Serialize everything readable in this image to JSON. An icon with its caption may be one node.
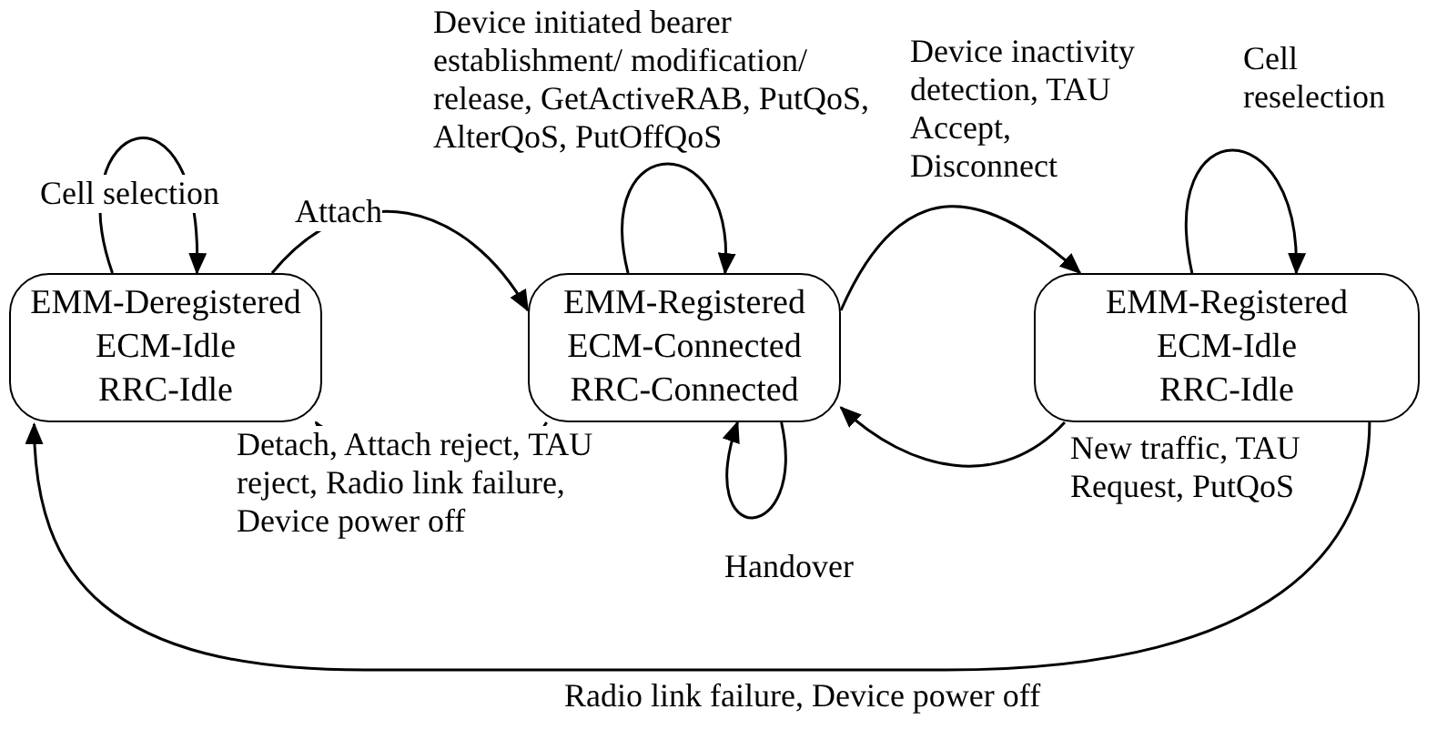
{
  "diagram": {
    "nodes": [
      {
        "text": [
          "EMM-Deregistered ECM-Idle RRC-Idle"
        ]
      },
      {
        "text": [
          "EMM-Registered ECM-Connected RRC-Connected"
        ]
      },
      {
        "text": [
          "EMM-Registered ECM-Idle RRC-Idle"
        ]
      }
    ],
    "edges": [
      {
        "from": 0,
        "to": 0,
        "arrow": "to",
        "label": "Cell selection"
      },
      {
        "from": 0,
        "to": 1,
        "arrow": "to",
        "label": "Attach"
      },
      {
        "from": 1,
        "to": 1,
        "arrow": "to",
        "label": "Device initiated bearer establishment/ modification/ release, GetActiveRAB, PutQoS, AlterQoS, PutOffQoS"
      },
      {
        "from": 1,
        "to": 2,
        "arrow": "to",
        "label": "Device inactivity detection, TAU Accept, Disconnect"
      },
      {
        "from": 2,
        "to": 2,
        "arrow": "to",
        "label": "Cell reselection"
      },
      {
        "from": 1,
        "to": 0,
        "arrow": "to",
        "label": "Detach, Attach reject, TAU reject, Radio link failure, Device power off"
      },
      {
        "from": 1,
        "to": 1,
        "arrow": "to",
        "label": "Handover"
      },
      {
        "from": 2,
        "to": 1,
        "arrow": "to",
        "label": "New traffic, TAU Request, PutQoS"
      },
      {
        "from": 2,
        "to": 0,
        "arrow": "to",
        "label": "Radio link failure, Device power off"
      }
    ]
  }
}
